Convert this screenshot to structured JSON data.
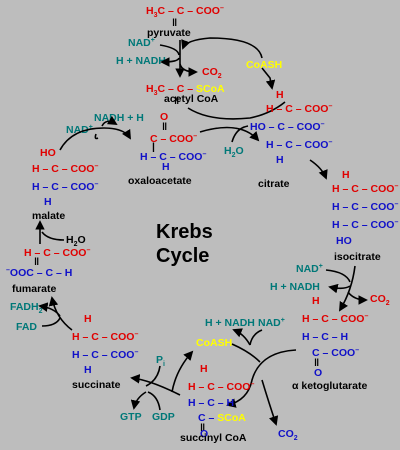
{
  "diagram": {
    "title_line1": "Krebs",
    "title_line2": "Cycle",
    "molecules": {
      "pyruvate": "pyruvate",
      "acetyl_coa": "acetyl CoA",
      "citrate": "citrate",
      "isocitrate": "isocitrate",
      "alpha_ketoglutarate": "α ketoglutarate",
      "succinyl_coa": "succinyl CoA",
      "succinate": "succinate",
      "fumarate": "fumarate",
      "malate": "malate",
      "oxaloacetate": "oxaloacetate"
    },
    "cofactors": {
      "nad_pyruvate": "NAD",
      "nadh_pyruvate": "H + NADH",
      "co2_pyruvate": "CO",
      "coash_top": "CoASH",
      "nadh_malate": "NADH + H",
      "nad_malate": "NAD",
      "water_citrate": "H",
      "water_malate": "H",
      "nad_isocitrate": "NAD",
      "nadh_isocitrate": "H + NADH",
      "co2_isocitrate": "CO",
      "nadh_akg": "H + NADH",
      "nad_akg": "NAD",
      "coash_akg": "CoASH",
      "co2_akg": "CO",
      "fadh2": "FADH",
      "fad": "FAD",
      "pi": "P",
      "gtp": "GTP",
      "gdp": "GDP"
    }
  }
}
